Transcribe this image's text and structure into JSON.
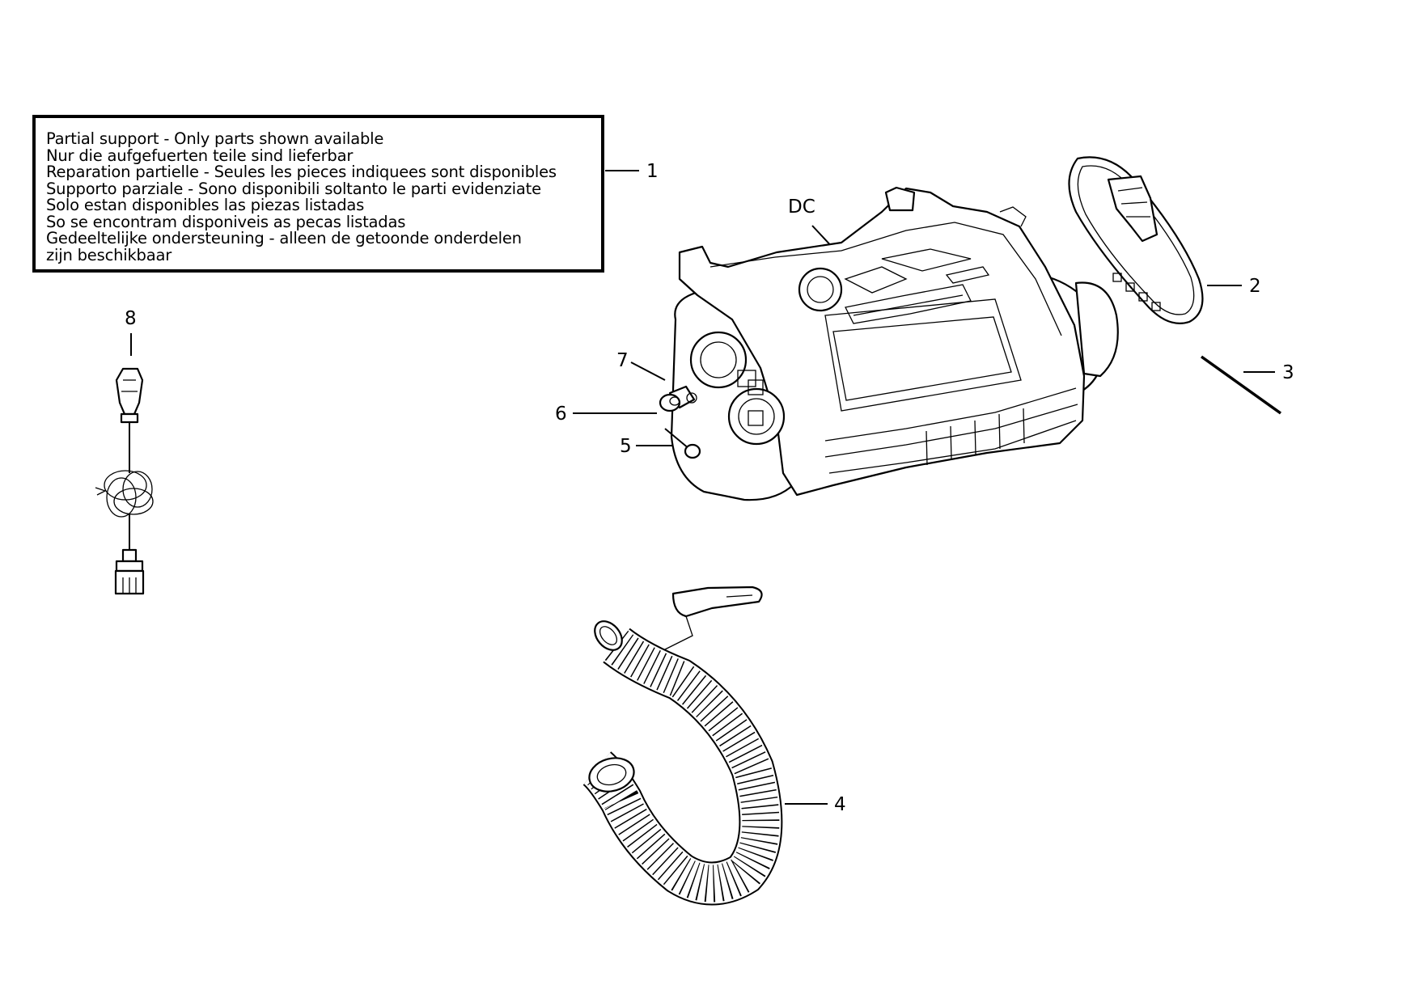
{
  "notice": {
    "lines": [
      "Partial support - Only parts shown available",
      "Nur die aufgefuerten teile sind lieferbar",
      "Reparation partielle - Seules les pieces indiquees sont disponibles",
      "Supporto parziale - Sono disponibili soltanto le parti evidenziate",
      "Solo estan disponibles las piezas listadas",
      "So se encontram disponiveis as pecas listadas",
      "Gedeeltelijke ondersteuning - alleen de getoonde onderdelen",
      "zijn beschikbaar"
    ]
  },
  "callouts": {
    "c1": "1",
    "c2": "2",
    "c3": "3",
    "c4": "4",
    "c5": "5",
    "c6": "6",
    "c7": "7",
    "c8": "8",
    "dc": "DC"
  }
}
